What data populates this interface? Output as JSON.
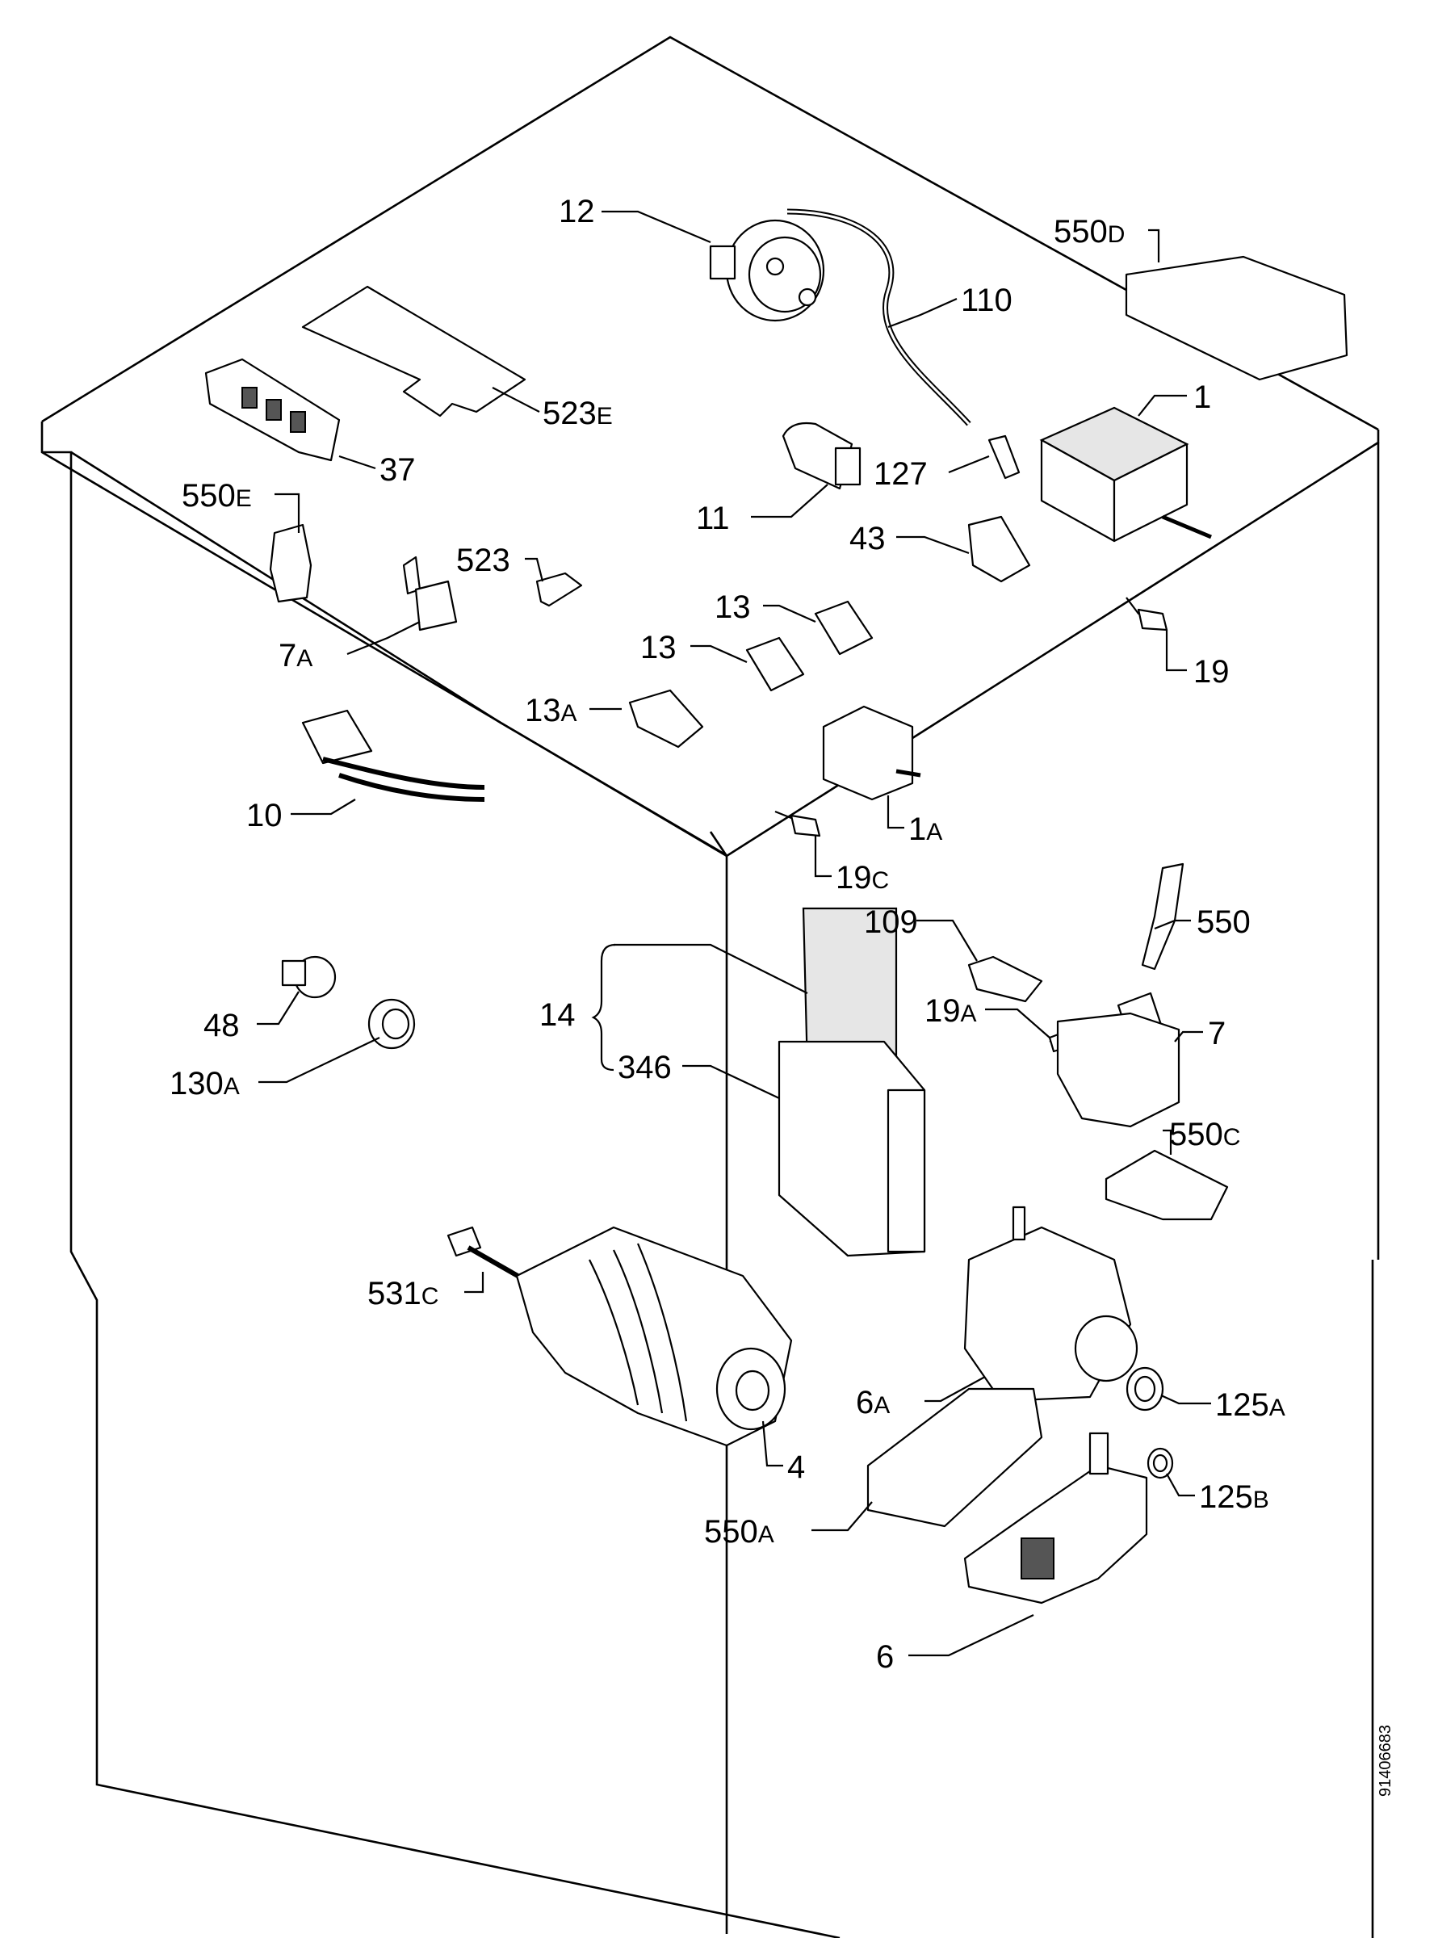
{
  "diagram": {
    "reference_code": "91406683",
    "parts": [
      {
        "id": "p12",
        "main": "12",
        "suffix": ""
      },
      {
        "id": "p110",
        "main": "110",
        "suffix": ""
      },
      {
        "id": "p550d",
        "main": "550",
        "suffix": "D"
      },
      {
        "id": "p523e",
        "main": "523",
        "suffix": "E"
      },
      {
        "id": "p37",
        "main": "37",
        "suffix": ""
      },
      {
        "id": "p1",
        "main": "1",
        "suffix": ""
      },
      {
        "id": "p127",
        "main": "127",
        "suffix": ""
      },
      {
        "id": "p11",
        "main": "11",
        "suffix": ""
      },
      {
        "id": "p550e",
        "main": "550",
        "suffix": "E"
      },
      {
        "id": "p523",
        "main": "523",
        "suffix": ""
      },
      {
        "id": "p43",
        "main": "43",
        "suffix": ""
      },
      {
        "id": "p13a_top",
        "main": "13",
        "suffix": ""
      },
      {
        "id": "p7a",
        "main": "7",
        "suffix": "A"
      },
      {
        "id": "p13b",
        "main": "13",
        "suffix": ""
      },
      {
        "id": "p19",
        "main": "19",
        "suffix": ""
      },
      {
        "id": "p13a",
        "main": "13",
        "suffix": "A"
      },
      {
        "id": "p10",
        "main": "10",
        "suffix": ""
      },
      {
        "id": "p1a",
        "main": "1",
        "suffix": "A"
      },
      {
        "id": "p19c",
        "main": "19",
        "suffix": "C"
      },
      {
        "id": "p109",
        "main": "109",
        "suffix": ""
      },
      {
        "id": "p550",
        "main": "550",
        "suffix": ""
      },
      {
        "id": "p14",
        "main": "14",
        "suffix": ""
      },
      {
        "id": "p19a",
        "main": "19",
        "suffix": "A"
      },
      {
        "id": "p48",
        "main": "48",
        "suffix": ""
      },
      {
        "id": "p7",
        "main": "7",
        "suffix": ""
      },
      {
        "id": "p346",
        "main": "346",
        "suffix": ""
      },
      {
        "id": "p130a",
        "main": "130",
        "suffix": "A"
      },
      {
        "id": "p550c",
        "main": "550",
        "suffix": "C"
      },
      {
        "id": "p531c",
        "main": "531",
        "suffix": "C"
      },
      {
        "id": "p6a",
        "main": "6",
        "suffix": "A"
      },
      {
        "id": "p125a",
        "main": "125",
        "suffix": "A"
      },
      {
        "id": "p4",
        "main": "4",
        "suffix": ""
      },
      {
        "id": "p125b",
        "main": "125",
        "suffix": "B"
      },
      {
        "id": "p550a",
        "main": "550",
        "suffix": "A"
      },
      {
        "id": "p6",
        "main": "6",
        "suffix": ""
      }
    ]
  }
}
